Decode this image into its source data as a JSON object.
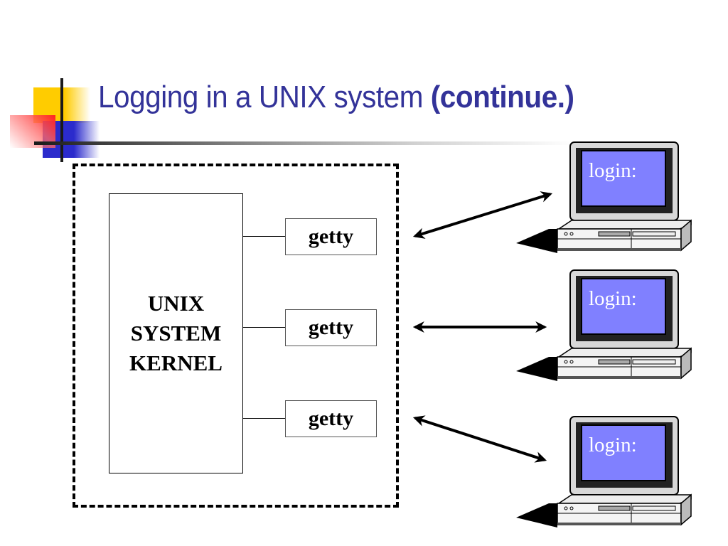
{
  "slide": {
    "title_regular": "Logging in a UNIX system ",
    "title_bold": "(continue.)",
    "accent_color": "#333399"
  },
  "diagram": {
    "container": "dashed-boundary",
    "kernel": {
      "lines": [
        "UNIX",
        "SYSTEM",
        "KERNEL"
      ]
    },
    "getty_processes": [
      {
        "label": "getty"
      },
      {
        "label": "getty"
      },
      {
        "label": "getty"
      }
    ],
    "links": [
      {
        "from": "getty-1",
        "to": "terminal-1",
        "type": "bidirectional"
      },
      {
        "from": "getty-2",
        "to": "terminal-2",
        "type": "bidirectional"
      },
      {
        "from": "getty-3",
        "to": "terminal-3",
        "type": "bidirectional"
      }
    ],
    "terminals": [
      {
        "screen_text": "login:",
        "screen_color": "#8080ff"
      },
      {
        "screen_text": "login:",
        "screen_color": "#8080ff"
      },
      {
        "screen_text": "login:",
        "screen_color": "#8080ff"
      }
    ]
  }
}
